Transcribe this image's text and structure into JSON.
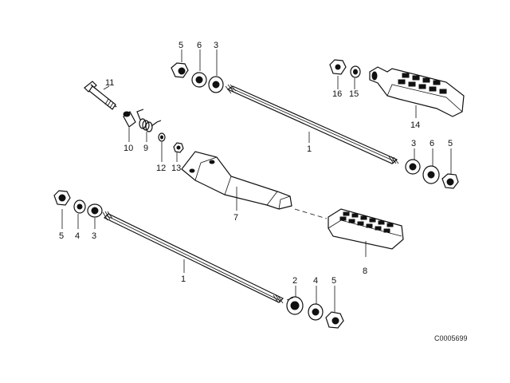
{
  "labels": {
    "p1_upper": "1",
    "p1_lower": "1",
    "p2": "2",
    "p3_top": "3",
    "p3_right": "3",
    "p3_left": "3",
    "p4_left": "4",
    "p4_bottom": "4",
    "p5_top": "5",
    "p5_right": "5",
    "p5_left": "5",
    "p5_bottom": "5",
    "p6_top": "6",
    "p6_right": "6",
    "p7": "7",
    "p8": "8",
    "p9": "9",
    "p10": "10",
    "p11": "11",
    "p12": "12",
    "p13": "13",
    "p14": "14",
    "p15": "15",
    "p16": "16"
  },
  "catalog_code": "C0005699"
}
